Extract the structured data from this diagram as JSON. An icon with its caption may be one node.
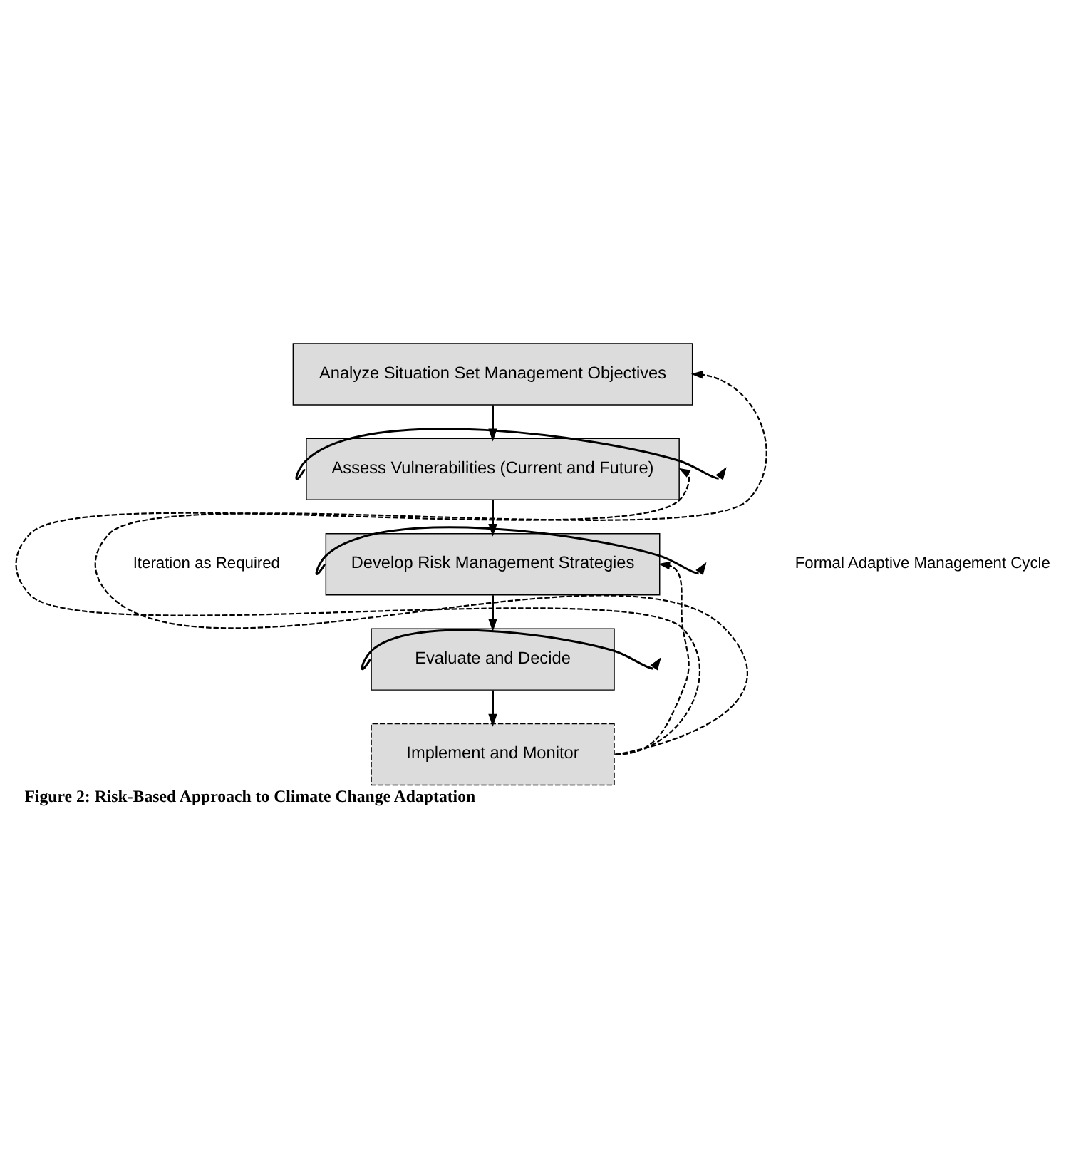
{
  "diagram": {
    "caption": "Figure 2: Risk-Based Approach to Climate Change Adaptation",
    "nodes": [
      {
        "text": [
          "Analyze Situation Set Management Objectives"
        ]
      },
      {
        "text": [
          "Assess Vulnerabilities (Current and Future)"
        ]
      },
      {
        "text": [
          "Develop Risk Management Strategies"
        ]
      },
      {
        "text": [
          "Evaluate and Decide"
        ]
      },
      {
        "text": [
          "Implement and Monitor"
        ]
      }
    ],
    "edges": [
      {
        "from": 0,
        "to": 1,
        "arrow": "to"
      },
      {
        "from": 1,
        "to": 2,
        "arrow": "to"
      },
      {
        "from": 2,
        "to": 3,
        "arrow": "to"
      },
      {
        "from": 3,
        "to": 4,
        "arrow": "to"
      },
      {
        "from": 4,
        "to": 0,
        "arrow": "to",
        "style": "dashed"
      },
      {
        "from": 4,
        "to": 1,
        "arrow": "to",
        "style": "dashed"
      },
      {
        "from": 4,
        "to": 2,
        "arrow": "to",
        "style": "dashed"
      },
      {
        "from": 1,
        "to": null,
        "arrow": "to"
      },
      {
        "from": 2,
        "to": null,
        "arrow": "to"
      },
      {
        "from": 3,
        "to": null,
        "arrow": "to"
      }
    ],
    "labels": [
      "Iteration as Required",
      "Formal Adaptive Management Cycle"
    ]
  }
}
